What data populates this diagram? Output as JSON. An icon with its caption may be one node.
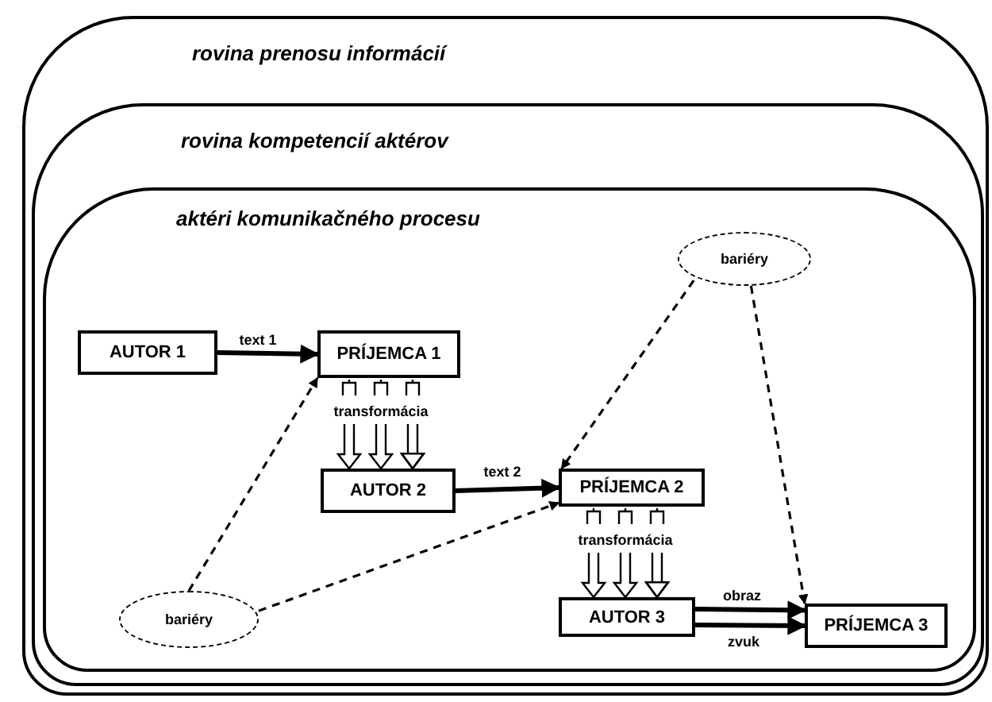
{
  "diagram": {
    "nodes": [
      {
        "text": [
          "rovina prenosu informácií"
        ]
      },
      {
        "text": [
          "rovina kompetencií aktérov"
        ],
        "in": 0
      },
      {
        "text": [
          "aktéri komunikačného procesu"
        ],
        "in": 1
      },
      {
        "text": [
          "AUTOR 1"
        ],
        "in": 2
      },
      {
        "text": [
          "PRÍJEMCA 1"
        ],
        "in": 2
      },
      {
        "text": [
          "AUTOR 2"
        ],
        "in": 2
      },
      {
        "text": [
          "PRÍJEMCA 2"
        ],
        "in": 2
      },
      {
        "text": [
          "AUTOR 3"
        ],
        "in": 2
      },
      {
        "text": [
          "PRÍJEMCA 3"
        ],
        "in": 2
      },
      {
        "text": [
          "bariéry"
        ],
        "in": 2
      },
      {
        "text": [
          "bariéry"
        ],
        "in": 2
      }
    ],
    "edges": [
      {
        "from": 3,
        "to": 4,
        "arrow": "to",
        "label": "text 1"
      },
      {
        "from": 4,
        "to": 5,
        "arrow": "to",
        "label": "transformácia"
      },
      {
        "from": 5,
        "to": 6,
        "arrow": "to",
        "label": "text 2"
      },
      {
        "from": 6,
        "to": 7,
        "arrow": "to",
        "label": "transformácia"
      },
      {
        "from": 7,
        "to": 8,
        "arrow": "to",
        "label": "obraz"
      },
      {
        "from": 7,
        "to": 8,
        "arrow": "to",
        "label": "zvuk"
      },
      {
        "from": 9,
        "to": 6,
        "arrow": "to",
        "style": "dashed"
      },
      {
        "from": 9,
        "to": 8,
        "arrow": "to",
        "style": "dashed"
      },
      {
        "from": 10,
        "to": 4,
        "arrow": "to",
        "style": "dashed"
      },
      {
        "from": 10,
        "to": 6,
        "arrow": "to",
        "style": "dashed"
      }
    ]
  }
}
